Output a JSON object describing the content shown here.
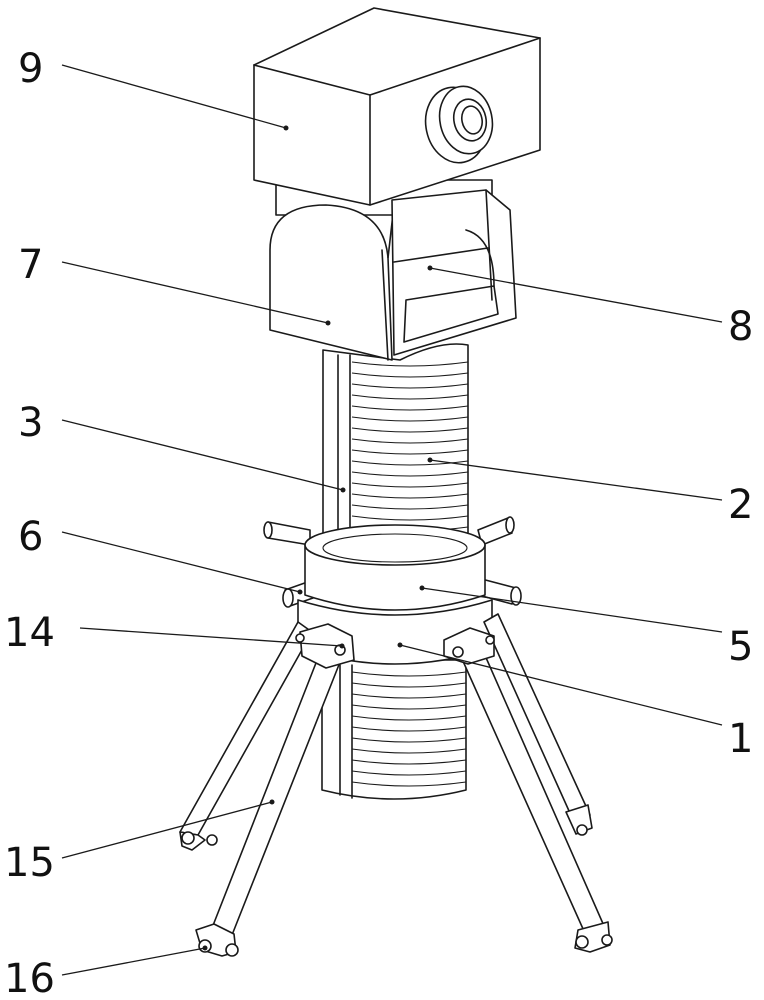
{
  "labels": {
    "l1": "1",
    "l2": "2",
    "l3": "3",
    "l5": "5",
    "l6": "6",
    "l7": "7",
    "l8": "8",
    "l9": "9",
    "l14": "14",
    "l15": "15",
    "l16": "16"
  }
}
